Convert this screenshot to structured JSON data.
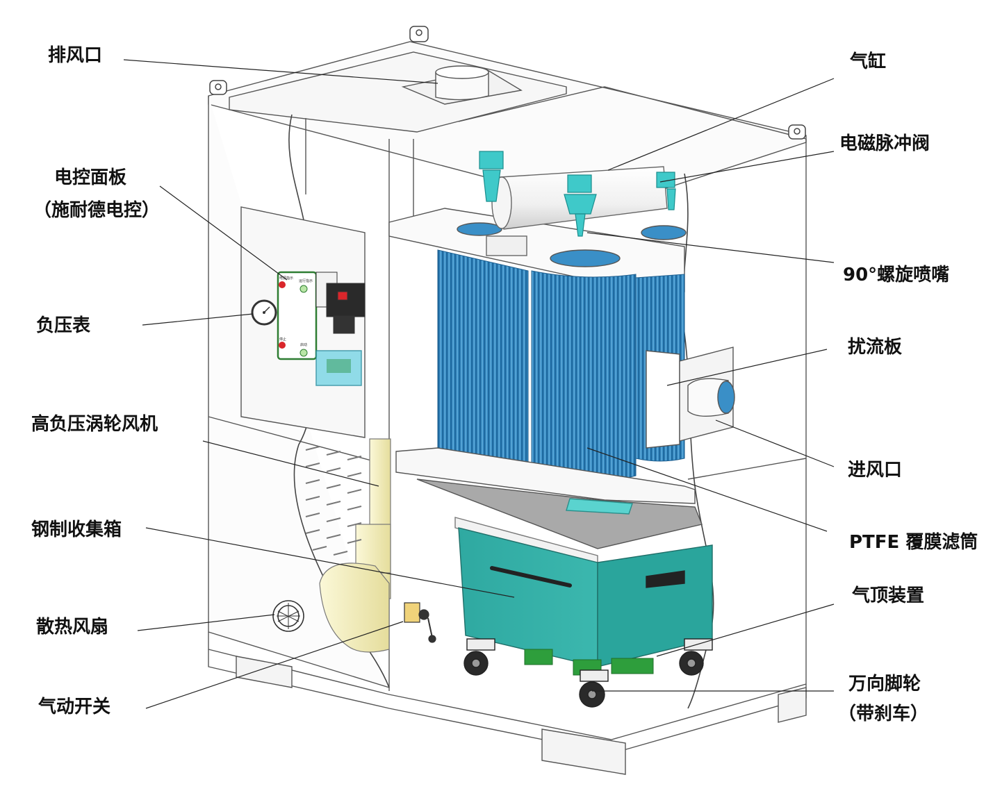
{
  "labels": {
    "exhaust_outlet": "排风口",
    "control_panel": "电控面板",
    "control_panel_sub": "（施耐德电控）",
    "pressure_gauge": "负压表",
    "turbo_fan": "高负压涡轮风机",
    "steel_box": "钢制收集箱",
    "cooling_fan": "散热风扇",
    "pneumatic_switch": "气动开关",
    "air_cylinder": "气缸",
    "pulse_valve": "电磁脉冲阀",
    "spiral_nozzle": "90°螺旋喷嘴",
    "baffle": "扰流板",
    "air_inlet": "进风口",
    "ptfe_filter": "PTFE 覆膜滤筒",
    "jack_device": "气顶装置",
    "caster": "万向脚轮",
    "caster_sub": "（带刹车）"
  },
  "panel": {
    "btn1": "电源指示",
    "btn2": "运行指示",
    "btn3": "停止",
    "btn4": "启动"
  },
  "colors": {
    "filter_blue": "#3a8fc7",
    "box_teal": "#35b0a8",
    "valve_cyan": "#3fc9c9",
    "fan_yellow": "#f3eec0",
    "jack_green": "#2e9e3c",
    "panel_green": "#2e7d32",
    "line": "#222222"
  },
  "icons": [
    "gauge-icon",
    "cooling-fan-icon",
    "caster-wheel-icon",
    "lifting-eye-icon"
  ]
}
